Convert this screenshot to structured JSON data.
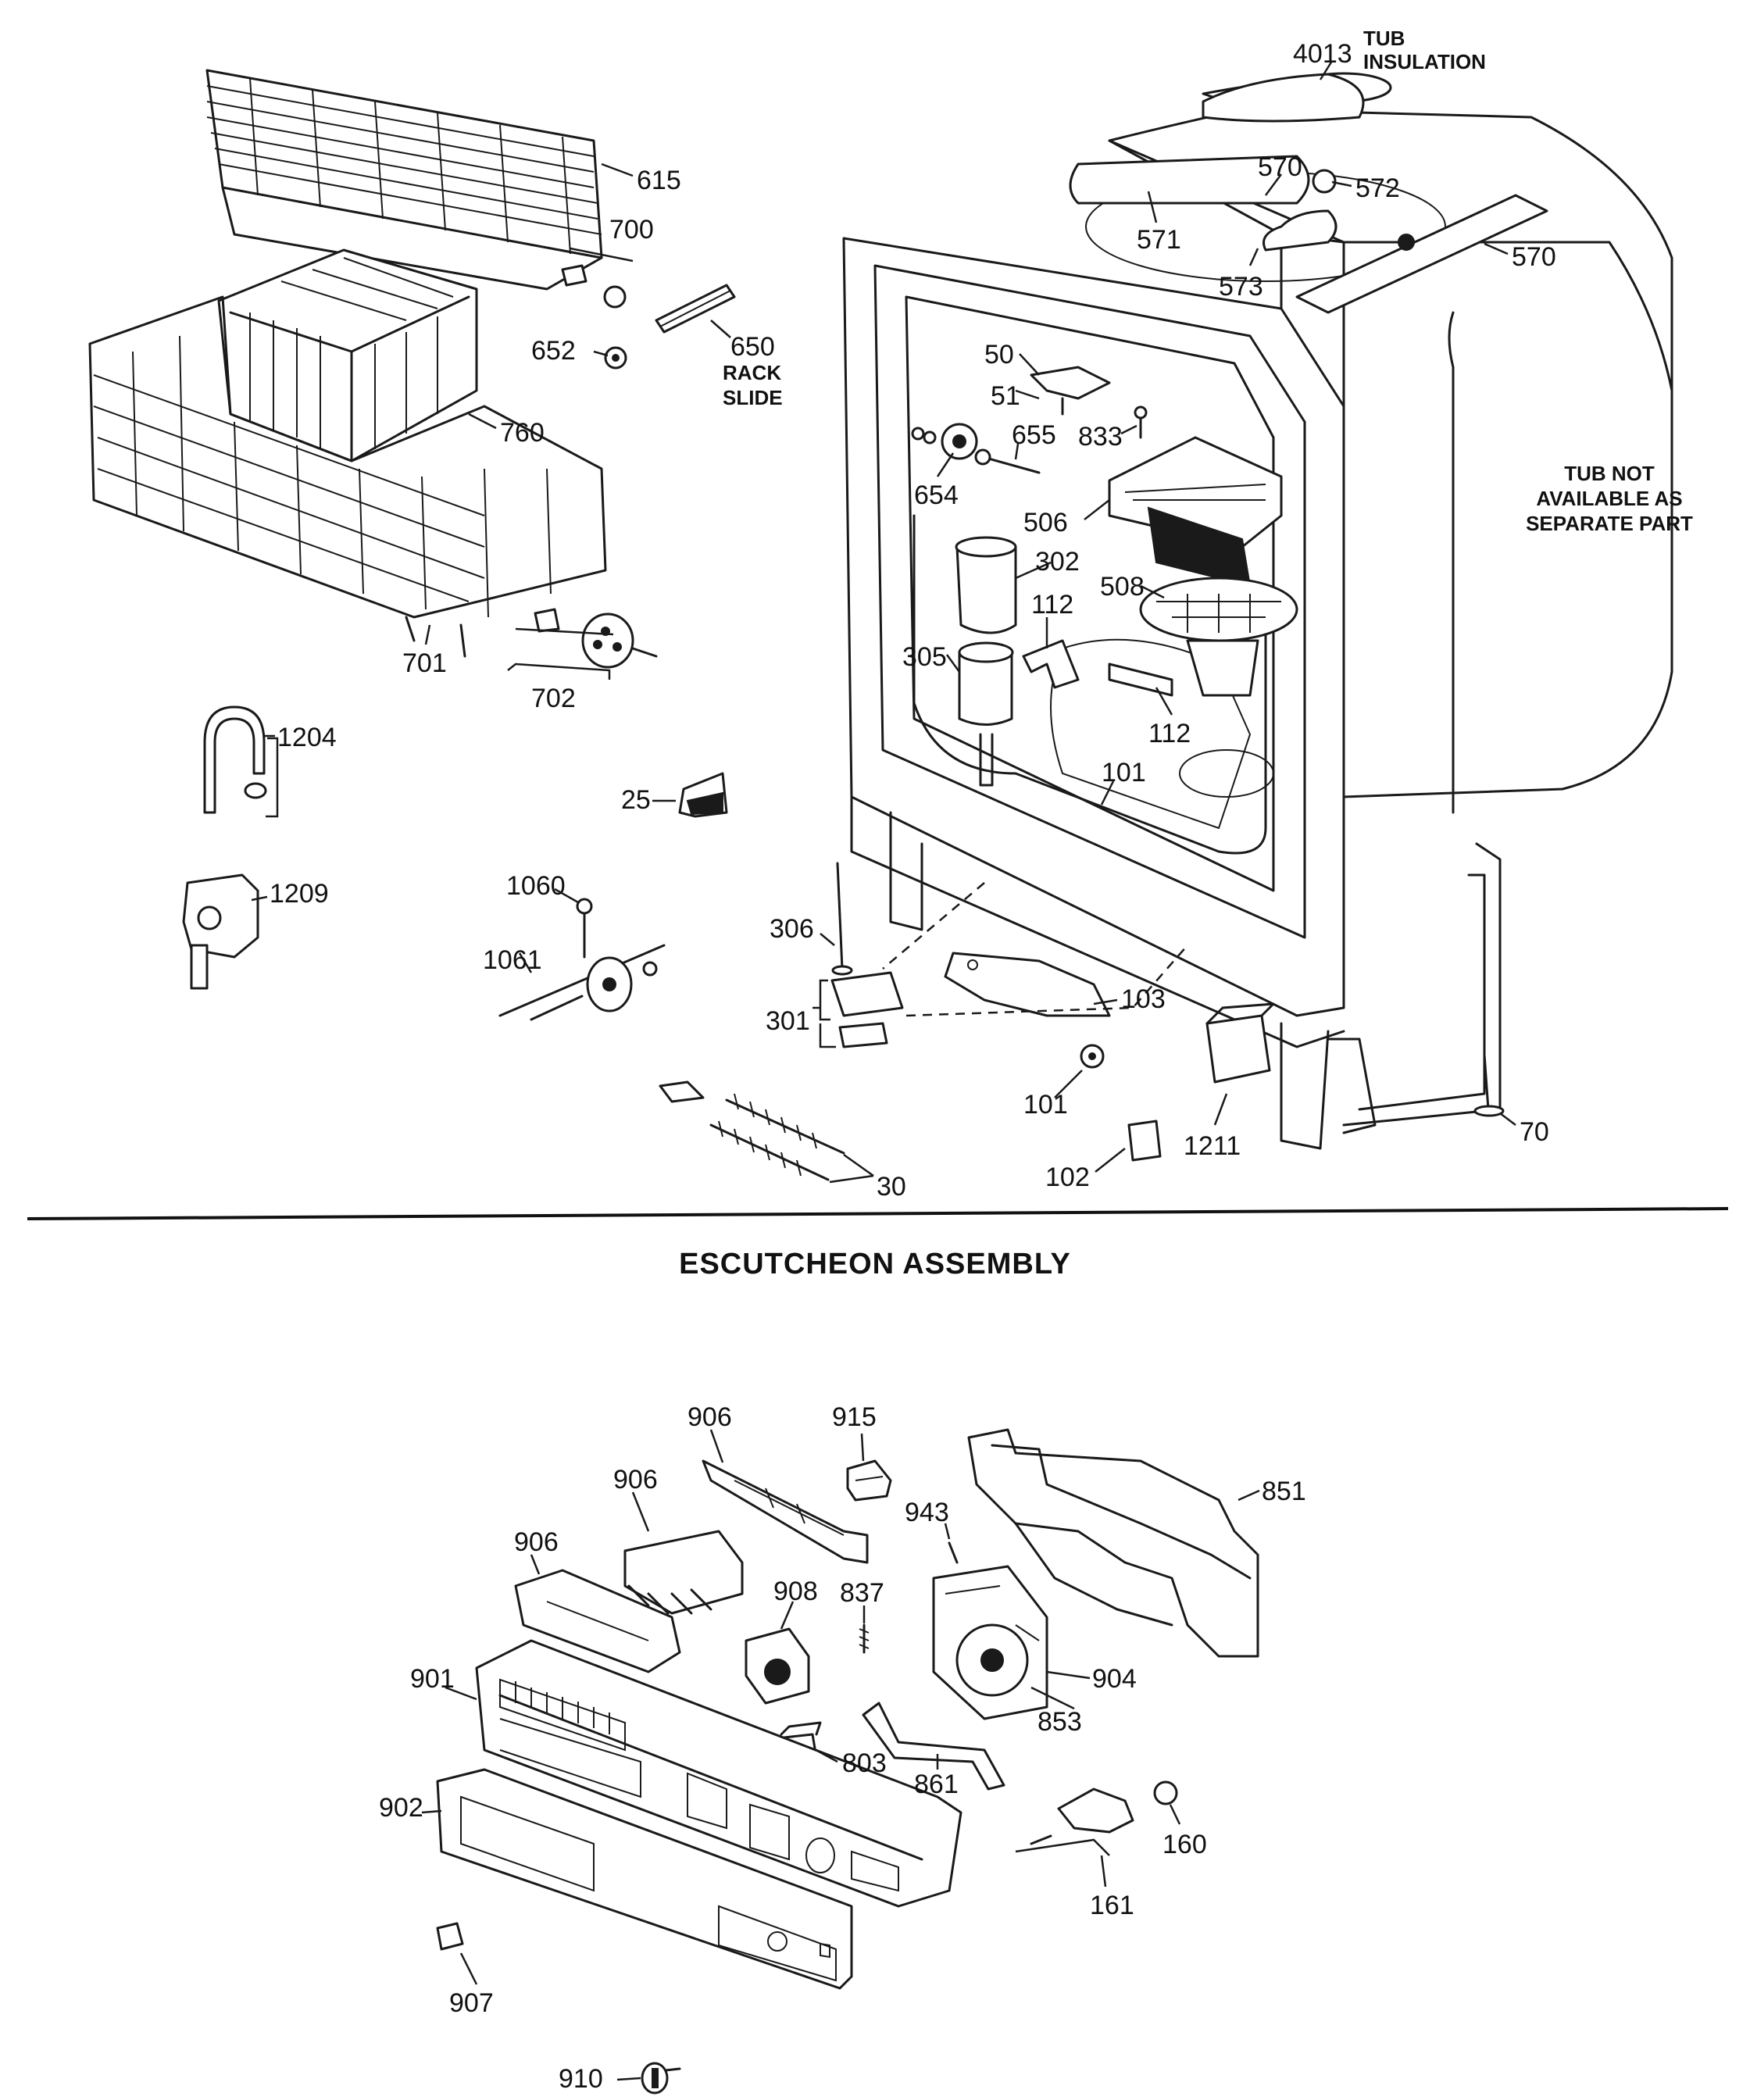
{
  "notes": {
    "tub_insulation": "TUB\nINSULATION",
    "rack_slide": "RACK\nSLIDE",
    "tub_not_available": "TUB NOT\nAVAILABLE AS\nSEPARATE PART"
  },
  "section_title": "ESCUTCHEON ASSEMBLY",
  "callouts_top": [
    "4013",
    "570",
    "572",
    "571",
    "573",
    "570",
    "615",
    "700",
    "650",
    "652",
    "760",
    "50",
    "51",
    "655",
    "833",
    "654",
    "506",
    "302",
    "508",
    "112",
    "305",
    "112",
    "101",
    "701",
    "702",
    "1204",
    "25",
    "1209",
    "1060",
    "1061",
    "306",
    "301",
    "103",
    "101",
    "1211",
    "70",
    "102",
    "30"
  ],
  "callouts_bottom": [
    "906",
    "915",
    "851",
    "906",
    "943",
    "906",
    "908",
    "837",
    "901",
    "904",
    "853",
    "803",
    "861",
    "902",
    "160",
    "161",
    "907",
    "910"
  ]
}
